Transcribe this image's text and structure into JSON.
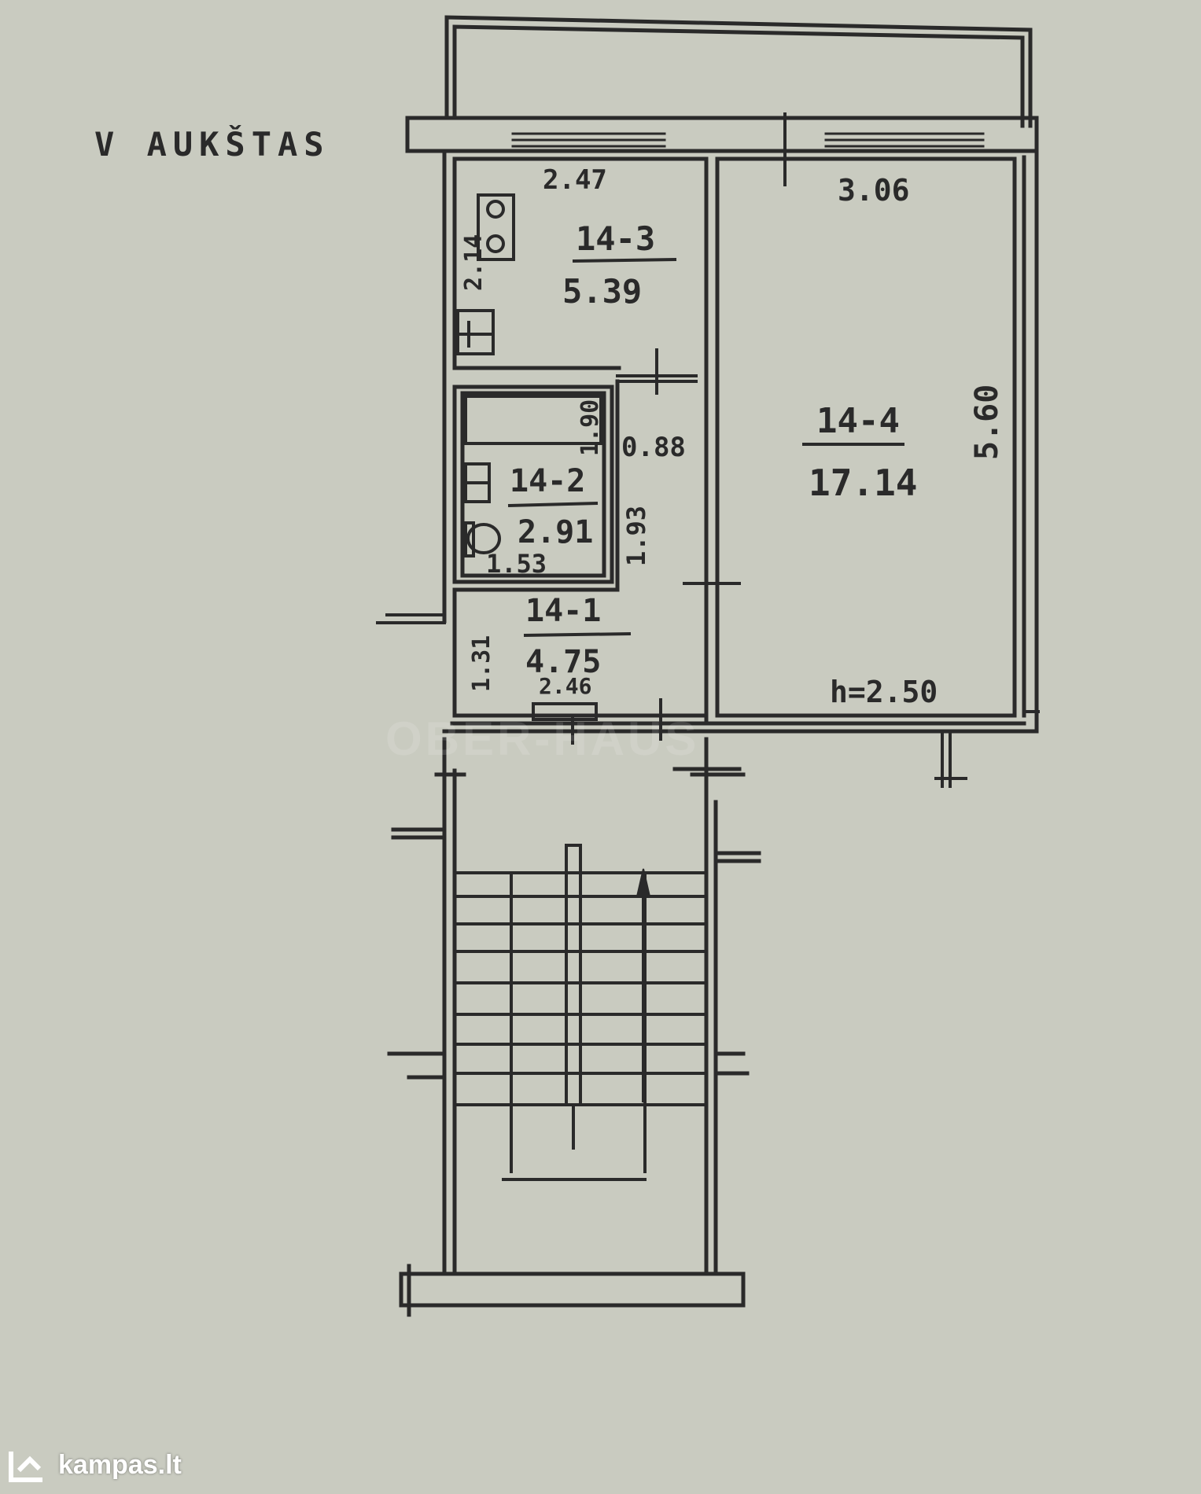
{
  "floor_label": "V AUKŠTAS",
  "rooms": [
    {
      "id": "14-3",
      "area": "5.39"
    },
    {
      "id": "14-4",
      "area": "17.14"
    },
    {
      "id": "14-2",
      "area": "2.91"
    },
    {
      "id": "14-1",
      "area": "4.75"
    }
  ],
  "dimensions": {
    "kitchen_width": "2.47",
    "kitchen_depth": "2.14",
    "room_width": "3.06",
    "room_length": "5.60",
    "closet_area": "0.88",
    "bath_width": "1.53",
    "bath_depth": "1.90",
    "hall_length": "1.93",
    "hall_width": "1.31",
    "entry_width": "2.46",
    "ceiling_height": "h=2.50"
  },
  "watermark": "OBER-HAUS",
  "site_logo": "kampas.lt",
  "colors": {
    "paper": "#c9cbc0",
    "ink": "#2a2a2a"
  }
}
